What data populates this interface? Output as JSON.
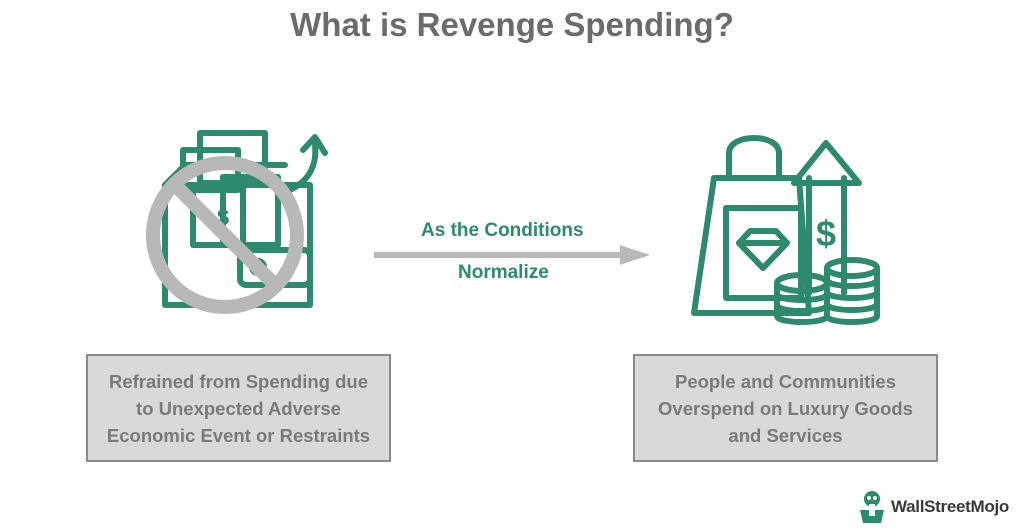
{
  "title": "What is Revenge Spending?",
  "arrow_label": {
    "line1": "As the Conditions",
    "line2": "Normalize"
  },
  "left_box": {
    "text": "Refrained from Spending due\nto Unexpected Adverse\nEconomic Event or Restraints"
  },
  "right_box": {
    "text": "People and Communities\nOverspend on Luxury Goods\nand Services"
  },
  "left_icon": "wallet-with-prohibited-sign-icon",
  "right_icon": "luxury-bag-with-coins-and-rising-dollar-icon",
  "logo": {
    "text": "WallStreetMojo",
    "icon": "wallstreetmojo-logo-icon"
  },
  "colors": {
    "accent": "#2d8a6f",
    "title": "#6b6b6b",
    "box_fill": "#d9d9d9",
    "box_border": "#8a8a8a",
    "prohibited": "#b8b8b8"
  }
}
